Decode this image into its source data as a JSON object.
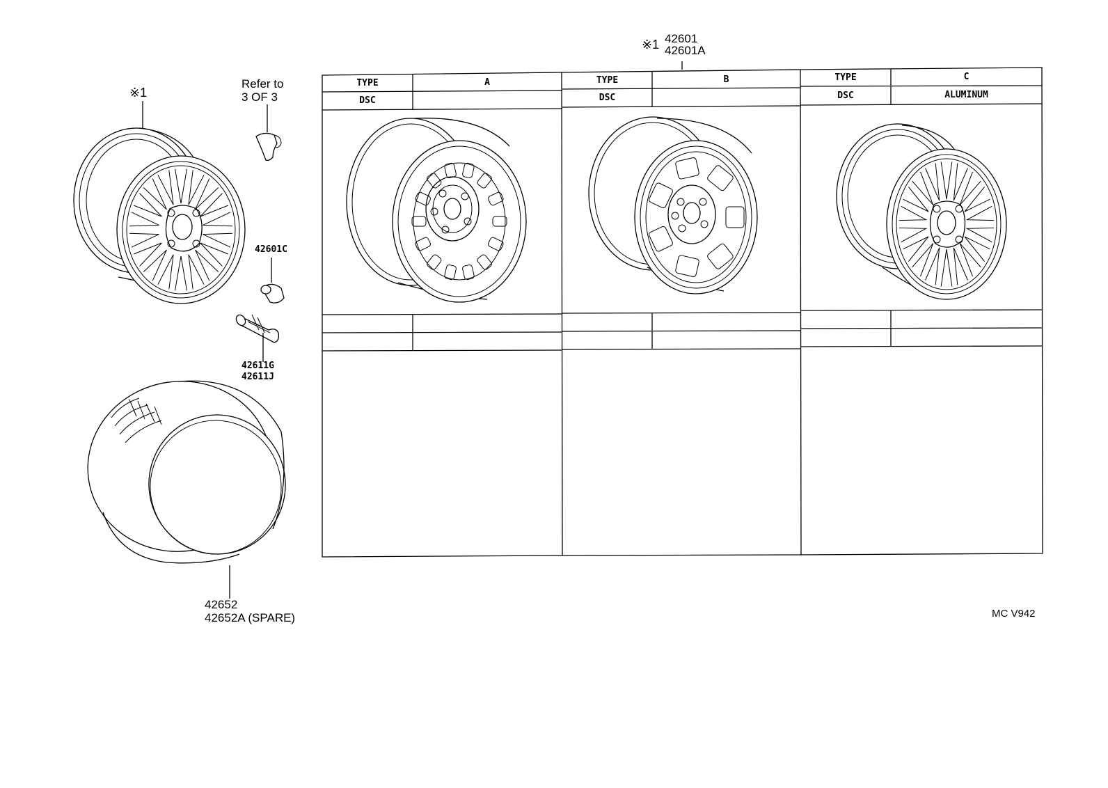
{
  "callouts": {
    "note_mark_left": "※1",
    "refer_line1": "Refer to",
    "refer_line2": "3 OF 3",
    "part_42601c": "42601C",
    "part_valve_1": "42611G",
    "part_valve_2": "42611J",
    "part_tire_1": "42652",
    "part_tire_2": "42652A (SPARE)",
    "wheel_mark": "※1",
    "wheel_part_1": "42601",
    "wheel_part_2": "42601A",
    "diagram_code": "MC V942"
  },
  "table": {
    "columns": [
      {
        "type_label": "TYPE",
        "type_value": "A",
        "dsc_label": "DSC",
        "dsc_value": ""
      },
      {
        "type_label": "TYPE",
        "type_value": "B",
        "dsc_label": "DSC",
        "dsc_value": ""
      },
      {
        "type_label": "TYPE",
        "type_value": "C",
        "dsc_label": "DSC",
        "dsc_value": "ALUMINUM"
      }
    ]
  }
}
